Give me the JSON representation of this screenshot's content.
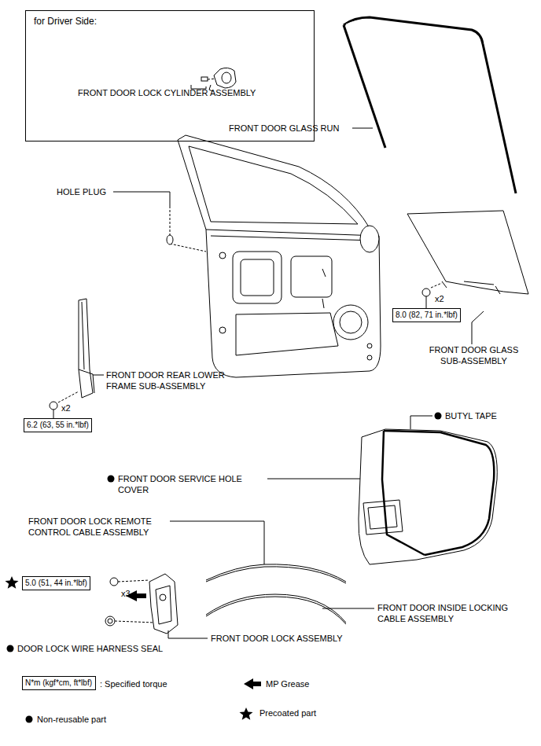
{
  "diagram": {
    "nodes": [
      {
        "text": [
          "for Driver Side:",
          "FRONT DOOR LOCK CYLINDER ASSEMBLY"
        ]
      },
      {
        "text": [
          "8.0 (82, 71 in.*lbf)"
        ]
      },
      {
        "text": [
          "6.2 (63, 55 in.*lbf)"
        ]
      },
      {
        "text": [
          "5.0 (51, 44 in.*lbf)"
        ]
      },
      {
        "text": [
          "N*m (kgf*cm, ft*lbf)"
        ]
      }
    ],
    "labels": [
      "FRONT DOOR GLASS RUN",
      "HOLE PLUG",
      "x2",
      "FRONT DOOR GLASS SUB-ASSEMBLY",
      "FRONT DOOR REAR LOWER FRAME SUB-ASSEMBLY",
      "x2",
      "BUTYL TAPE",
      "FRONT DOOR SERVICE HOLE COVER",
      "FRONT DOOR LOCK REMOTE CONTROL CABLE ASSEMBLY",
      "x3",
      "FRONT DOOR INSIDE LOCKING CABLE ASSEMBLY",
      "FRONT DOOR LOCK ASSEMBLY",
      "DOOR LOCK WIRE HARNESS SEAL"
    ],
    "legend": [
      {
        "text": ": Specified torque"
      },
      {
        "text": "MP Grease"
      },
      {
        "text": "Non-reusable part"
      },
      {
        "text": "Precoated part"
      }
    ]
  }
}
